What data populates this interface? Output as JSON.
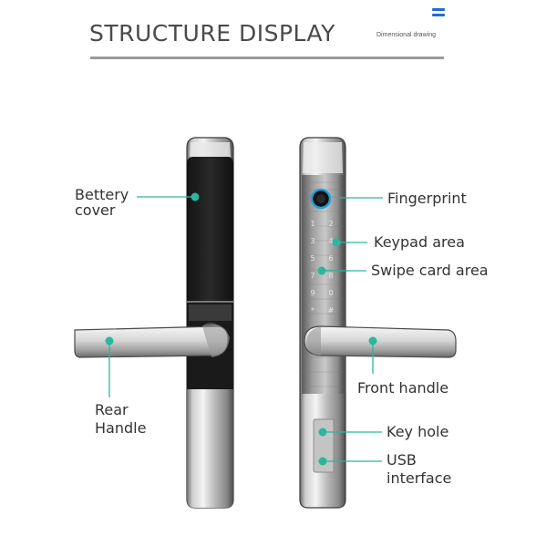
{
  "header": {
    "title": "STRUCTURE DISPLAY",
    "subtitle": "Dimensional drawing"
  },
  "labels": {
    "battery_cover_line1": "Bettery",
    "battery_cover_line2": "cover",
    "rear_handle_line1": "Rear",
    "rear_handle_line2": "Handle",
    "fingerprint": "Fingerprint",
    "keypad_area": "Keypad area",
    "swipe_card_area": "Swipe card area",
    "front_handle": "Front handle",
    "key_hole": "Key hole",
    "usb_line1": "USB",
    "usb_line2": "interface"
  },
  "keypad": {
    "keys": [
      "1",
      "2",
      "3",
      "4",
      "5",
      "6",
      "7",
      "8",
      "9",
      "0",
      "*",
      "#"
    ]
  },
  "colors": {
    "accent": "#2bb79a",
    "brand": "#1e6bd6",
    "fingerprint_ring": "#1fa0d8"
  }
}
